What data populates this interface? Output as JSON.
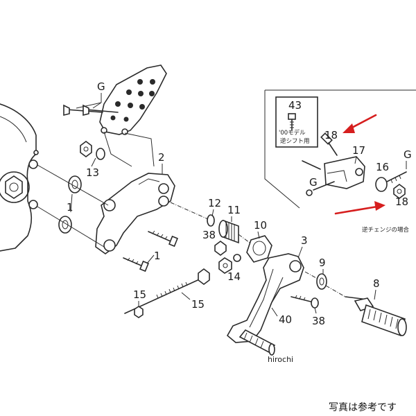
{
  "labels": {
    "top_g": "G",
    "p1a": "1",
    "p1b": "1",
    "p2": "2",
    "p3": "3",
    "p8": "8",
    "p9": "9",
    "p10": "10",
    "p11": "11",
    "p12": "12",
    "p13": "13",
    "p14": "14",
    "p15a": "15",
    "p15b": "15",
    "p38a": "38",
    "p38b": "38",
    "p40": "40"
  },
  "inset": {
    "p43": "43",
    "model_note_line1": "'00モデル",
    "model_note_line2": "逆シフト用",
    "p18a": "18",
    "p18b": "18",
    "p17": "17",
    "p16": "16",
    "g_right": "G",
    "g_left": "G",
    "reverse_note": "逆チェンジの場合"
  },
  "watermark": "hirochi",
  "footer_note": "写真は参考です",
  "colors": {
    "line": "#2a2a2a",
    "arrow": "#d61e1e",
    "background": "#ffffff"
  }
}
